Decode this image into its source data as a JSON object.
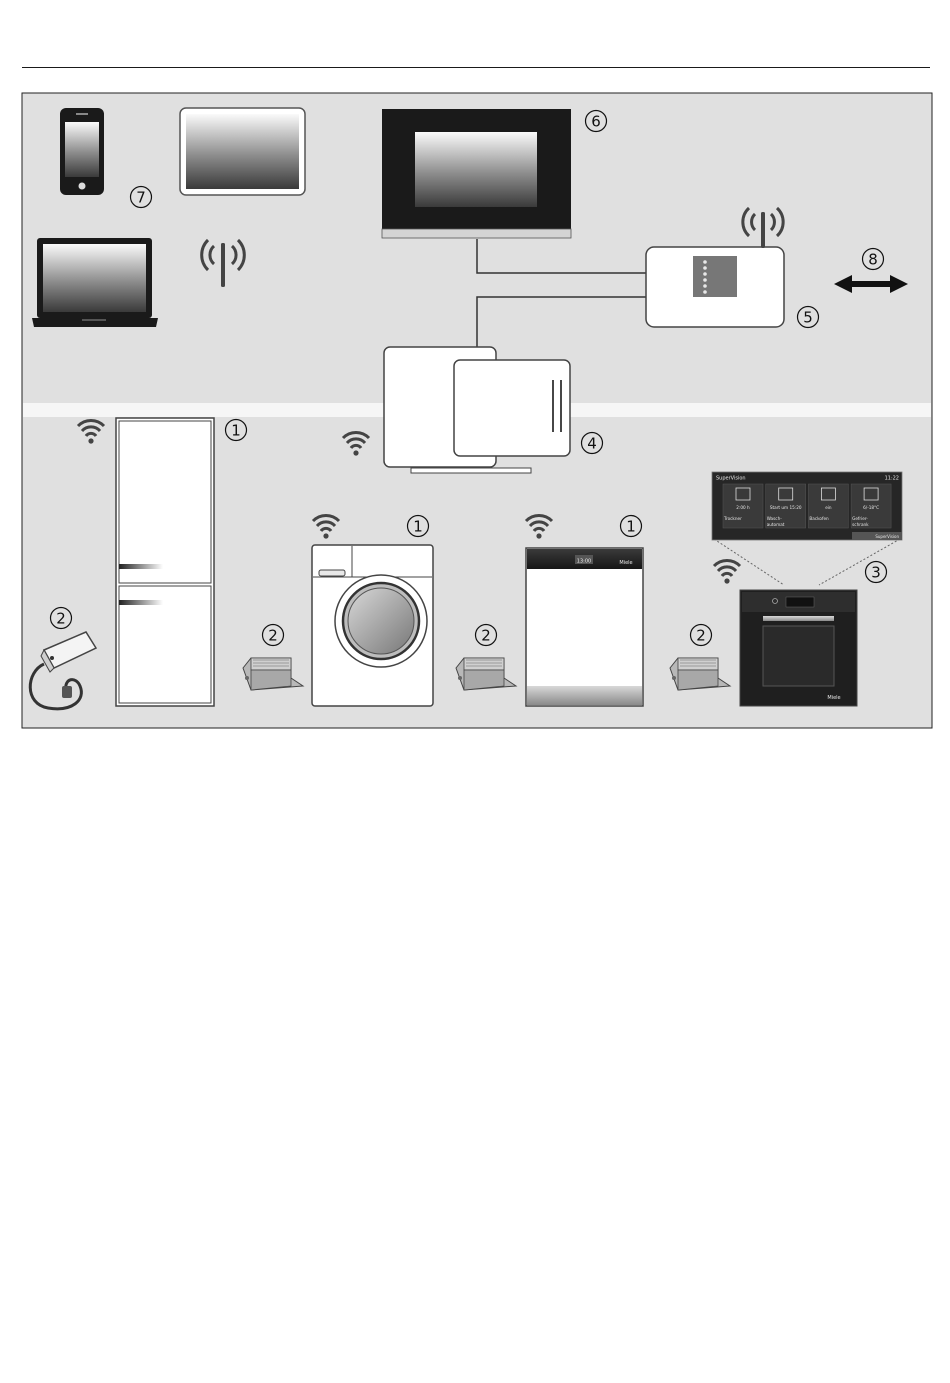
{
  "diagram": {
    "callouts": [
      {
        "id": "c1a",
        "label": "1"
      },
      {
        "id": "c1b",
        "label": "1"
      },
      {
        "id": "c1c",
        "label": "1"
      },
      {
        "id": "c2a",
        "label": "2"
      },
      {
        "id": "c2b",
        "label": "2"
      },
      {
        "id": "c2c",
        "label": "2"
      },
      {
        "id": "c2d",
        "label": "2"
      },
      {
        "id": "c3",
        "label": "3"
      },
      {
        "id": "c4",
        "label": "4"
      },
      {
        "id": "c5",
        "label": "5"
      },
      {
        "id": "c6",
        "label": "6"
      },
      {
        "id": "c7",
        "label": "7"
      },
      {
        "id": "c8",
        "label": "8"
      }
    ],
    "supervision_panel": {
      "title": "SuperVision",
      "time": "11:22",
      "tiles": [
        {
          "status": "2:00 h",
          "name_line1": "Trockner",
          "name_line2": ""
        },
        {
          "status": "Start um 15:20",
          "name_line1": "Wasch-",
          "name_line2": "automat"
        },
        {
          "status": "ein",
          "name_line1": "Backofen",
          "name_line2": ""
        },
        {
          "status": "6/-18°C",
          "name_line1": "Gefrier-",
          "name_line2": "schrank"
        }
      ],
      "footer_button": "SuperVision"
    },
    "dishwasher_display": "13:00",
    "brand": "Miele",
    "icons": {
      "phone": "smartphone-icon",
      "tablet": "tablet-icon",
      "laptop": "laptop-icon",
      "antenna": "antenna-icon",
      "wifi": "wifi-icon",
      "router": "router-icon",
      "arrow": "double-arrow-icon"
    }
  }
}
